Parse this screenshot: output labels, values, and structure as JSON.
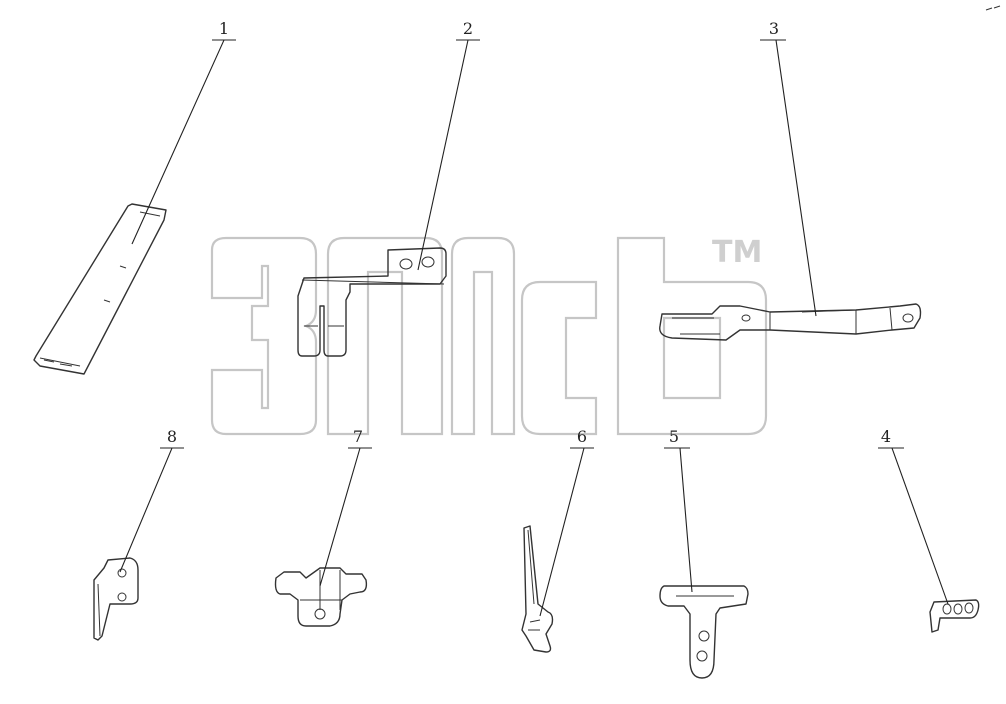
{
  "watermark": {
    "trademark": "TM"
  },
  "callouts": [
    {
      "id": "1",
      "label": "1"
    },
    {
      "id": "2",
      "label": "2"
    },
    {
      "id": "3",
      "label": "3"
    },
    {
      "id": "4",
      "label": "4"
    },
    {
      "id": "5",
      "label": "5"
    },
    {
      "id": "6",
      "label": "6"
    },
    {
      "id": "7",
      "label": "7"
    },
    {
      "id": "8",
      "label": "8"
    }
  ],
  "colors": {
    "line": "#333333",
    "watermark": "#c6c6c6",
    "background": "#ffffff"
  }
}
